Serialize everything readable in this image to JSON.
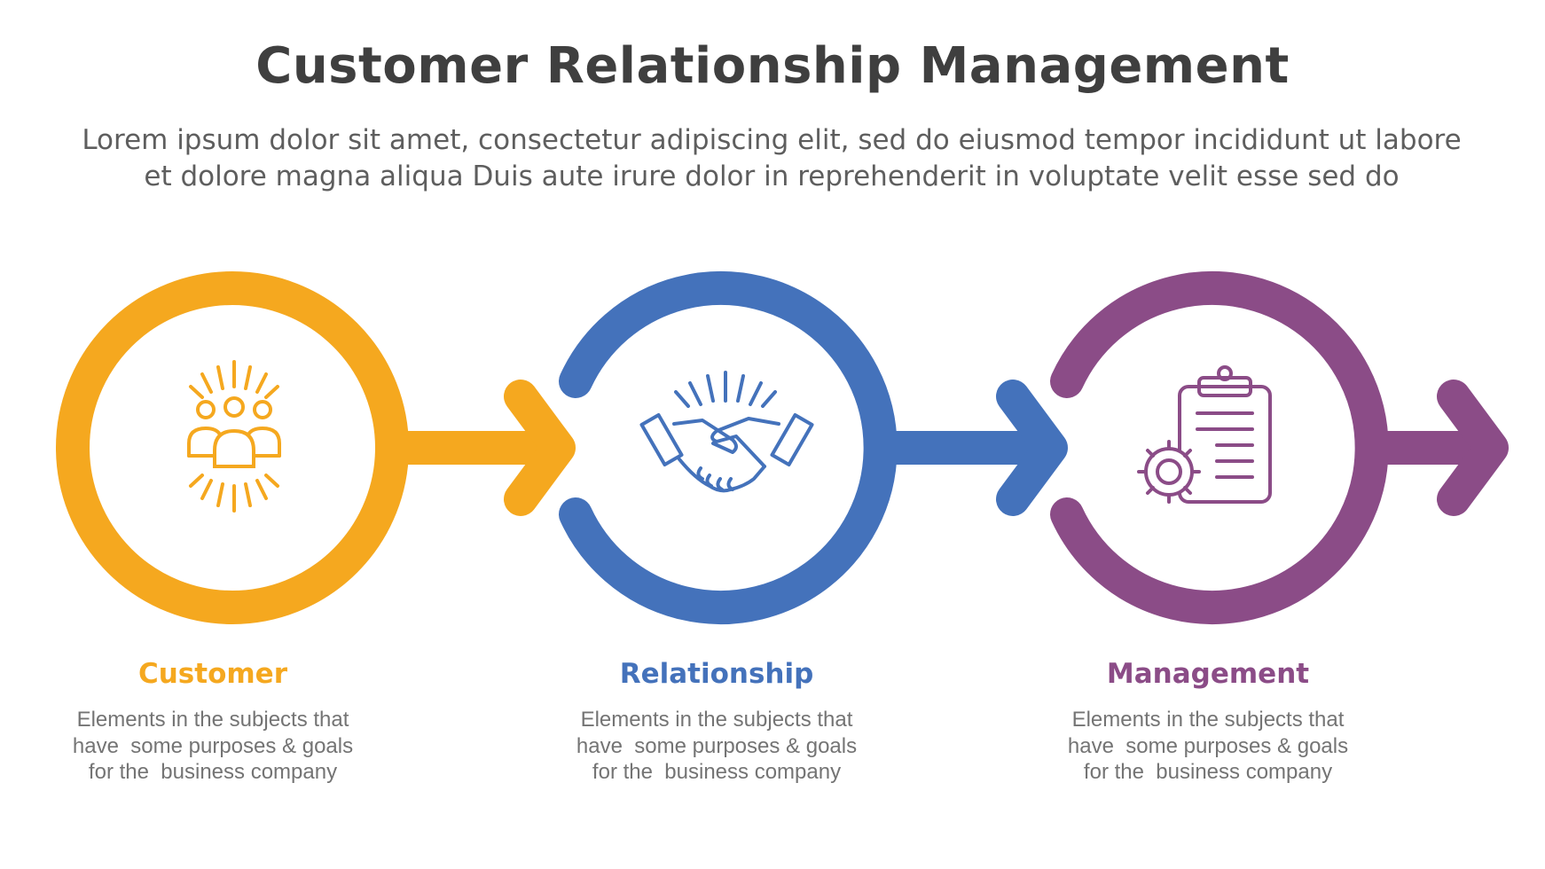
{
  "header": {
    "title": "Customer Relationship Management",
    "subtitle_lines": [
      "Lorem ipsum dolor sit amet, consectetur adipiscing elit, sed do eiusmod tempor incididunt ut labore",
      "et dolore magna aliqua Duis aute irure dolor in reprehenderit in voluptate velit esse sed do"
    ]
  },
  "steps": [
    {
      "label": "Customer",
      "color": "#F5A81F",
      "icon": "people-group-icon",
      "desc_lines": [
        "Elements in the subjects that",
        "have  some purposes & goals",
        "for the  business company"
      ]
    },
    {
      "label": "Relationship",
      "color": "#4472BB",
      "icon": "handshake-icon",
      "desc_lines": [
        "Elements in the subjects that",
        "have  some purposes & goals",
        "for the  business company"
      ]
    },
    {
      "label": "Management",
      "color": "#8B4C87",
      "icon": "clipboard-gear-icon",
      "desc_lines": [
        "Elements in the subjects that",
        "have  some purposes & goals",
        "for the  business company"
      ]
    }
  ]
}
